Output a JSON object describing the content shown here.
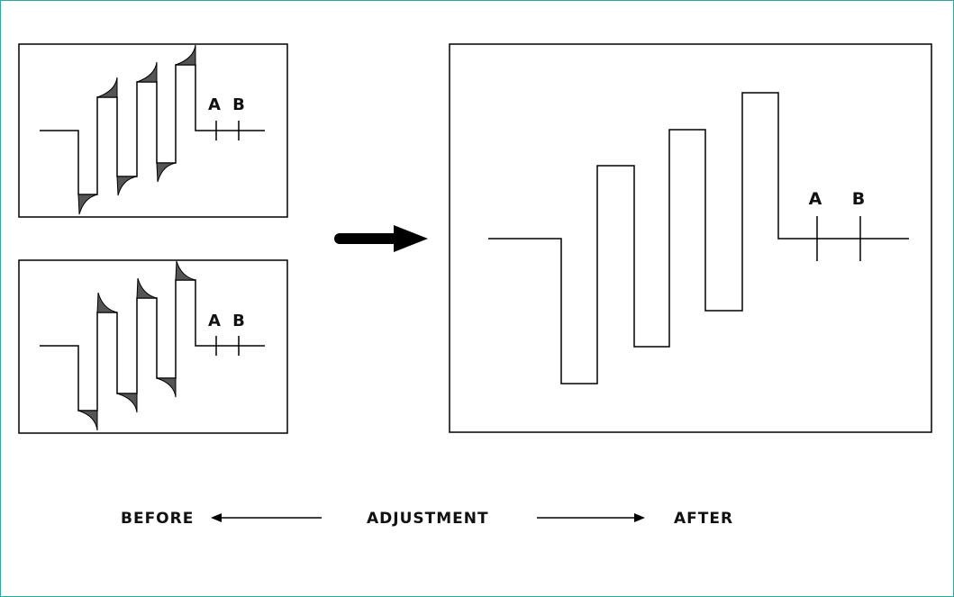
{
  "diagram": {
    "before_label": "BEFORE",
    "adjustment_label": "ADJUSTMENT",
    "after_label": "AFTER",
    "panel_top_before": {
      "marker_a": "A",
      "marker_b": "B"
    },
    "panel_bottom_before": {
      "marker_a": "A",
      "marker_b": "B"
    },
    "panel_after": {
      "marker_a": "A",
      "marker_b": "B"
    },
    "colors": {
      "border": "#2fa6a8",
      "stroke": "#000000",
      "overshoot_fill": "#555555"
    }
  }
}
